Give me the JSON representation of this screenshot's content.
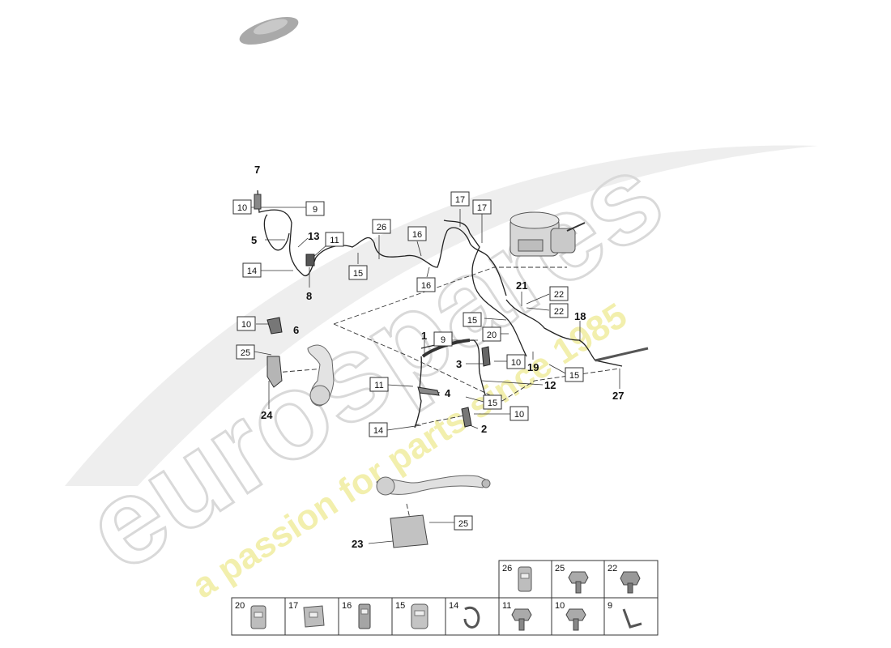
{
  "diagram": {
    "watermark": {
      "brand": "eurospares",
      "tagline": "a passion for parts since 1985"
    },
    "callouts": [
      {
        "id": "7",
        "label": "7",
        "boxed": false
      },
      {
        "id": "10a",
        "label": "10",
        "boxed": true
      },
      {
        "id": "9a",
        "label": "9",
        "boxed": true
      },
      {
        "id": "5",
        "label": "5",
        "boxed": false
      },
      {
        "id": "13",
        "label": "13",
        "boxed": false
      },
      {
        "id": "11a",
        "label": "11",
        "boxed": true
      },
      {
        "id": "14a",
        "label": "14",
        "boxed": true
      },
      {
        "id": "8",
        "label": "8",
        "boxed": false
      },
      {
        "id": "15a",
        "label": "15",
        "boxed": true
      },
      {
        "id": "26",
        "label": "26",
        "boxed": true
      },
      {
        "id": "16a",
        "label": "16",
        "boxed": true
      },
      {
        "id": "16b",
        "label": "16",
        "boxed": true
      },
      {
        "id": "17a",
        "label": "17",
        "boxed": true
      },
      {
        "id": "17b",
        "label": "17",
        "boxed": true
      },
      {
        "id": "21",
        "label": "21",
        "boxed": false
      },
      {
        "id": "22a",
        "label": "22",
        "boxed": true
      },
      {
        "id": "22b",
        "label": "22",
        "boxed": true
      },
      {
        "id": "15b",
        "label": "15",
        "boxed": true
      },
      {
        "id": "18",
        "label": "18",
        "boxed": false
      },
      {
        "id": "20",
        "label": "20",
        "boxed": true
      },
      {
        "id": "10b",
        "label": "10",
        "boxed": true
      },
      {
        "id": "6",
        "label": "6",
        "boxed": false
      },
      {
        "id": "25a",
        "label": "25",
        "boxed": true
      },
      {
        "id": "1",
        "label": "1",
        "boxed": false
      },
      {
        "id": "9b",
        "label": "9",
        "boxed": true
      },
      {
        "id": "3",
        "label": "3",
        "boxed": false
      },
      {
        "id": "10c",
        "label": "10",
        "boxed": true
      },
      {
        "id": "19",
        "label": "19",
        "boxed": false
      },
      {
        "id": "15c",
        "label": "15",
        "boxed": true
      },
      {
        "id": "11b",
        "label": "11",
        "boxed": true
      },
      {
        "id": "12",
        "label": "12",
        "boxed": false
      },
      {
        "id": "27",
        "label": "27",
        "boxed": false
      },
      {
        "id": "4",
        "label": "4",
        "boxed": false
      },
      {
        "id": "24",
        "label": "24",
        "boxed": false
      },
      {
        "id": "15d",
        "label": "15",
        "boxed": true
      },
      {
        "id": "14b",
        "label": "14",
        "boxed": true
      },
      {
        "id": "10d",
        "label": "10",
        "boxed": true
      },
      {
        "id": "2",
        "label": "2",
        "boxed": false
      },
      {
        "id": "25b",
        "label": "25",
        "boxed": true
      },
      {
        "id": "23",
        "label": "23",
        "boxed": false
      }
    ],
    "parts_grid": {
      "top_row": [
        {
          "number": "26",
          "icon": "clip-icon"
        },
        {
          "number": "25",
          "icon": "bolt-icon"
        },
        {
          "number": "22",
          "icon": "hex-bolt-icon"
        }
      ],
      "bottom_row": [
        {
          "number": "20",
          "icon": "clip-icon"
        },
        {
          "number": "17",
          "icon": "clip-icon"
        },
        {
          "number": "16",
          "icon": "clip-icon"
        },
        {
          "number": "15",
          "icon": "clip-icon"
        },
        {
          "number": "14",
          "icon": "clamp-icon"
        },
        {
          "number": "11",
          "icon": "bolt-icon"
        },
        {
          "number": "10",
          "icon": "bolt-icon"
        },
        {
          "number": "9",
          "icon": "bracket-icon"
        }
      ]
    }
  }
}
